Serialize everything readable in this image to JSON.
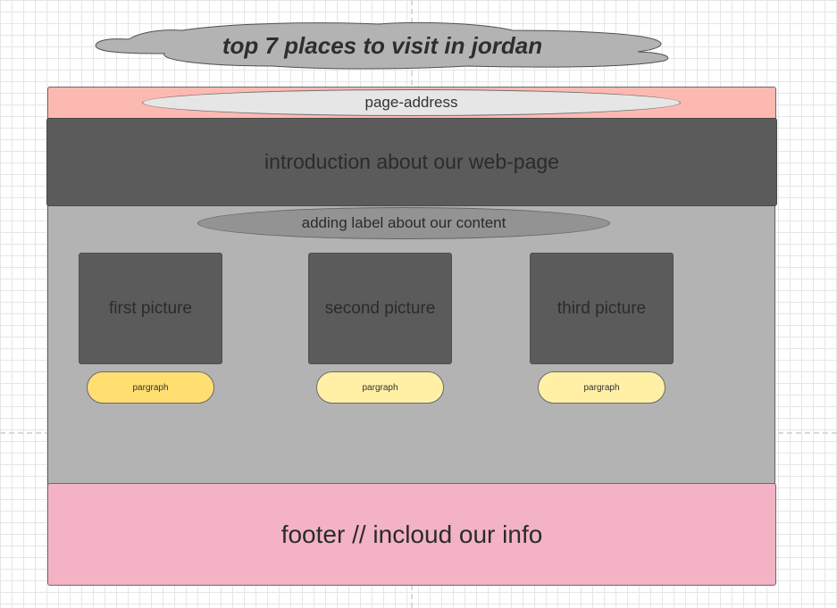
{
  "title": "top 7 places to visit in jordan",
  "address_bar": {
    "label": "page-address"
  },
  "intro": {
    "label": "introduction about our web-page"
  },
  "content_label": {
    "label": "adding label about our content"
  },
  "pictures": [
    {
      "label": "first picture",
      "paragraph": "pargraph",
      "paragraph_color": "#ffdf71"
    },
    {
      "label": "second picture",
      "paragraph": "pargraph",
      "paragraph_color": "#fff0a6"
    },
    {
      "label": "third picture",
      "paragraph": "pargraph",
      "paragraph_color": "#fff0a6"
    }
  ],
  "footer": {
    "label": "footer // incloud our info"
  },
  "colors": {
    "address_bar": "#fcb9b2",
    "dark_block": "#5b5b5b",
    "content_area": "#b3b3b3",
    "footer": "#f3b3c5",
    "title_cloud": "#b3b3b3"
  }
}
